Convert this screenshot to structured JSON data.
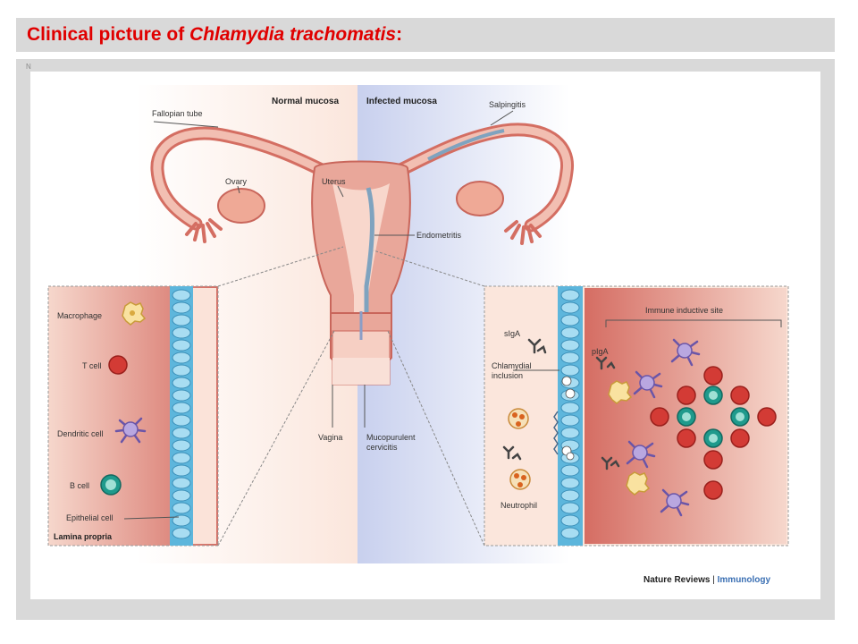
{
  "slide": {
    "title_prefix": "Clinical picture of ",
    "title_italic": "Chlamydia trachomatis",
    "title_suffix": ":",
    "corner_mark": "N"
  },
  "figure": {
    "headers": {
      "normal": "Normal mucosa",
      "infected": "Infected mucosa"
    },
    "anatomy_labels": {
      "fallopian_tube": "Fallopian tube",
      "ovary": "Ovary",
      "uterus": "Uterus",
      "vagina": "Vagina",
      "salpingitis": "Salpingitis",
      "endometritis": "Endometritis",
      "mucopurulent_line1": "Mucopurulent",
      "mucopurulent_line2": "cervicitis"
    },
    "left_inset": {
      "macrophage": "Macrophage",
      "t_cell": "T cell",
      "dendritic_cell": "Dendritic cell",
      "b_cell": "B cell",
      "epithelial_cell": "Epithelial cell",
      "lamina_propria": "Lamina propria"
    },
    "right_inset": {
      "immune_inductive_site": "Immune inductive site",
      "sIgA": "sIgA",
      "pIgA": "pIgA",
      "chlamydial_line1": "Chlamydial",
      "chlamydial_line2": "inclusion",
      "neutrophil": "Neutrophil"
    },
    "credit": {
      "journal": "Nature Reviews",
      "separator": " | ",
      "section": "Immunology"
    },
    "colors": {
      "title_red": "#e00000",
      "tissue_pink": "#e9a79a",
      "infected_blue": "#d6dcf0",
      "epithelium_blue": "#6cc0e0",
      "credit_blue": "#3a6fb3"
    }
  }
}
